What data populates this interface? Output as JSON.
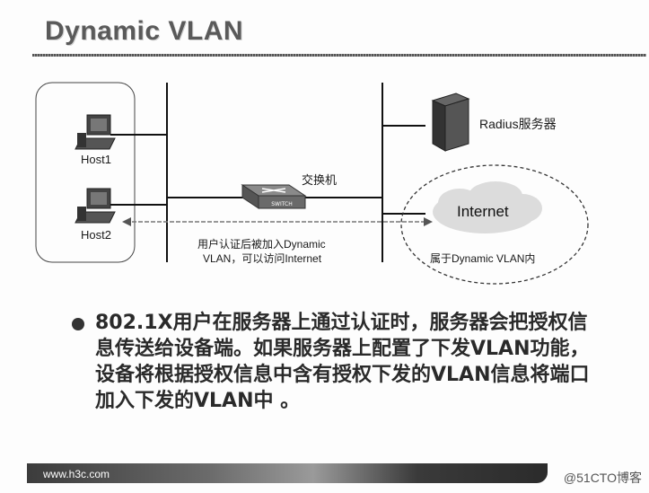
{
  "slide": {
    "title": "Dynamic VLAN",
    "footer_url": "www.h3c.com",
    "watermark": "@51CTO博客"
  },
  "diagram": {
    "host1_label": "Host1",
    "host2_label": "Host2",
    "switch_label": "交换机",
    "switch_badge": "SWITCH",
    "radius_label": "Radius服务器",
    "internet_label": "Internet",
    "auth_note_line1": "用户认证后被加入Dynamic",
    "auth_note_line2": "VLAN，可以访问Internet",
    "vlan_note": "属于Dynamic VLAN内"
  },
  "bullet": {
    "text": "802.1X用户在服务器上通过认证时，服务器会把授权信息传送给设备端。如果服务器上配置了下发VLAN功能，设备将根据授权信息中含有授权下发的VLAN信息将端口加入下发的VLAN中 。"
  }
}
